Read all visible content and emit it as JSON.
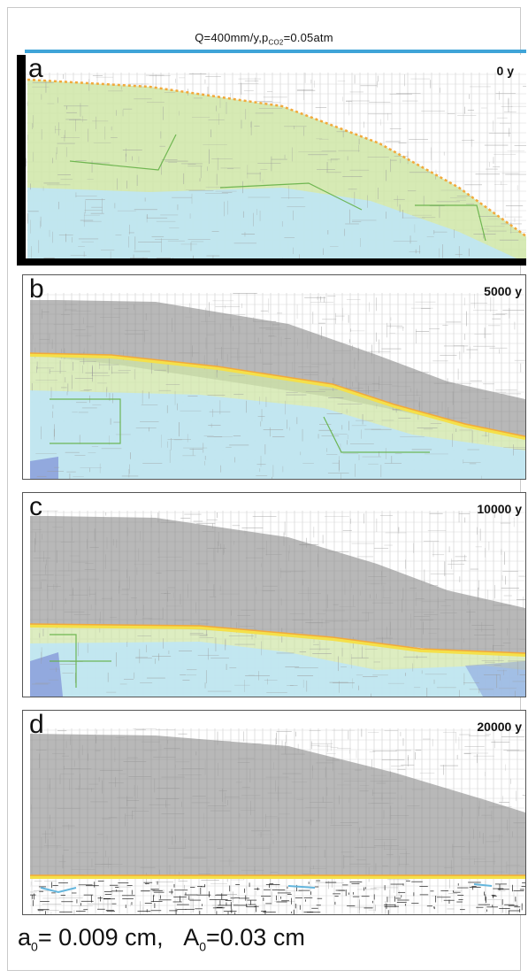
{
  "figure": {
    "title_main": "Q=400mm/y,p",
    "title_sub": "CO2",
    "title_tail": "=0.05atm",
    "footer": {
      "a_sym": "a",
      "a_sub": "0",
      "a_value": "= 0.009 cm,",
      "A_sym": "A",
      "A_sub": "0",
      "A_value": "=0.03 cm"
    }
  },
  "panels": [
    {
      "letter": "a",
      "time": "0 y",
      "front_depth": 0.0
    },
    {
      "letter": "b",
      "time": "5000 y",
      "front_depth": 0.4
    },
    {
      "letter": "c",
      "time": "10000 y",
      "front_depth": 0.72
    },
    {
      "letter": "d",
      "time": "20000 y",
      "front_depth": 1.0
    }
  ],
  "colors": {
    "grid_line": "#a9a9a9",
    "dissolved_dark": "#7e7e7e",
    "front_orange": "#f2a93b",
    "front_yellow": "#f4e04a",
    "zone_green": "#cfe6a7",
    "zone_blue": "#bfe6f5",
    "deep_blue": "#7d8fd6",
    "title_rule": "#3fa4d8"
  }
}
